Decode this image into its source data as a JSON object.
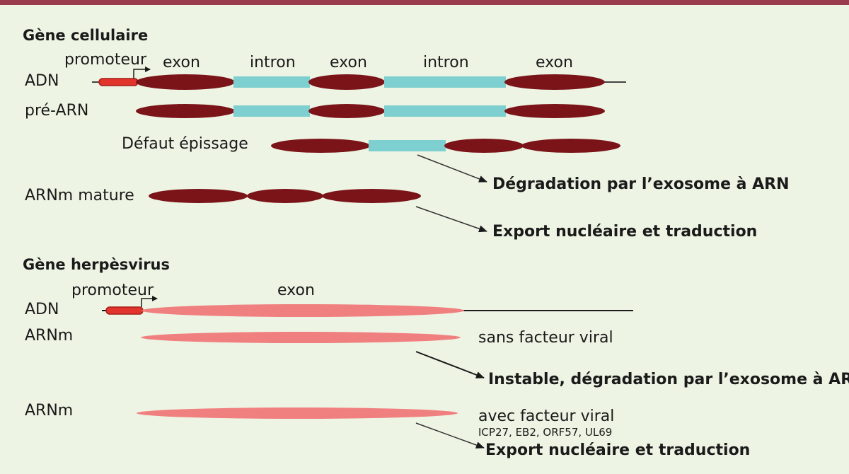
{
  "colors": {
    "background": "#eef4e4",
    "top_bar": "#9b3c4e",
    "exon_cellular": "#7a1418",
    "intron": "#7ecfcf",
    "promoter": "#e0342c",
    "exon_viral": "#f08080",
    "line": "#1a1a1a"
  },
  "cellular": {
    "title": "Gène cellulaire",
    "promoter_label": "promoteur",
    "segment_labels": [
      "exon",
      "intron",
      "exon",
      "intron",
      "exon"
    ],
    "rows": {
      "adn": "ADN",
      "pre_arn": "pré-ARN",
      "splicing_defect": "Défaut épissage",
      "mature": "ARNm mature"
    },
    "outcomes": {
      "degradation": "Dégradation par l’exosome à ARN",
      "export": "Export nucléaire et traduction"
    }
  },
  "herpes": {
    "title": "Gène herpèsvirus",
    "promoter_label": "promoteur",
    "exon_label": "exon",
    "rows": {
      "adn": "ADN",
      "arnm_1": "ARNm",
      "arnm_2": "ARNm"
    },
    "conditions": {
      "without": "sans facteur viral",
      "with": "avec facteur viral",
      "factors": "ICP27, EB2, ORF57, UL69"
    },
    "outcomes": {
      "unstable": "Instable, dégradation par l’exosome à ARN",
      "export": "Export nucléaire et traduction"
    }
  }
}
